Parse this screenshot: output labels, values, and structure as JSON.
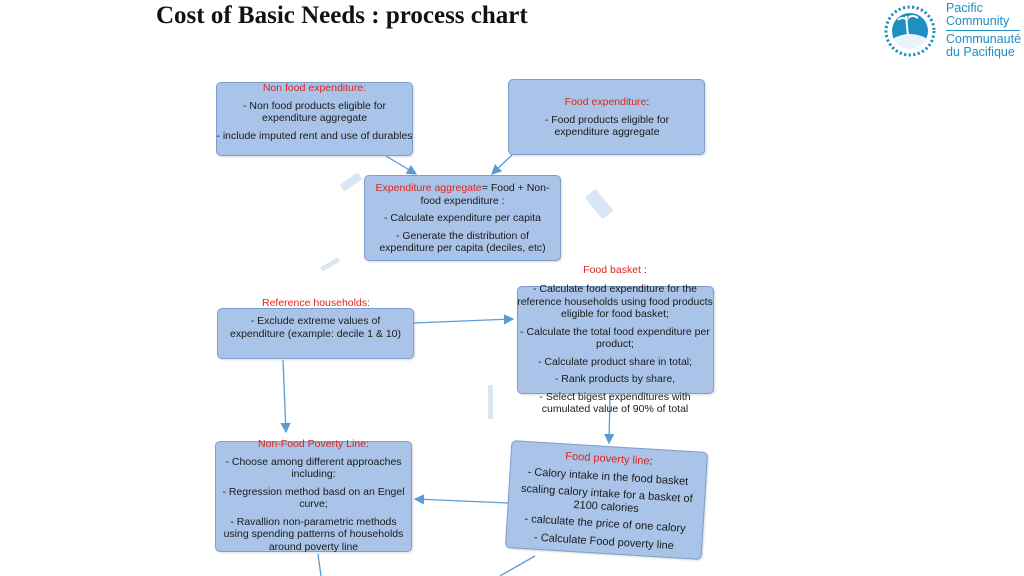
{
  "title": "Cost of Basic Needs : process chart",
  "logo": {
    "en_line1": "Pacific",
    "en_line2": "Community",
    "fr_line1": "Communauté",
    "fr_line2": "du Pacifique",
    "color": "#1d8fc1"
  },
  "boxes": {
    "non_food": {
      "heading": "Non food expenditure:",
      "lines": [
        "- Non food products eligible for expenditure aggregate",
        "- include imputed rent and use of durables"
      ]
    },
    "food_exp": {
      "heading": "Food expenditure",
      "heading_suffix": ":",
      "lines": [
        "- Food products eligible for expenditure aggregate"
      ]
    },
    "aggregate": {
      "heading": "Expenditure aggregate",
      "heading_suffix": "= Food + Non-food expenditure :",
      "lines": [
        "- Calculate expenditure per capita",
        "- Generate the distribution of expenditure per capita (deciles, etc)"
      ]
    },
    "reference": {
      "heading": "Reference households:",
      "lines": [
        "- Exclude extreme values of expenditure (example: decile 1 & 10)"
      ]
    },
    "food_basket": {
      "heading": "Food basket",
      "heading_suffix": " :",
      "lines": [
        "- Calculate food expenditure for the reference households using food products eligible for food basket;",
        "- Calculate the total food expenditure per product;",
        "- Calculate product share in total;",
        "- Rank products by share,",
        "- Select bigest expenditures with cumulated value of 90% of total"
      ]
    },
    "nonfood_line": {
      "heading": "Non-Food Poverty Line:",
      "lines": [
        "- Choose among different approaches including:",
        "- Regression method basd on an Engel curve;",
        "- Ravallion non-parametric methods using spending patterns of households around poverty line"
      ]
    },
    "food_line": {
      "heading": "Food poverty line",
      "heading_suffix": ":",
      "lines": [
        "- Calory intake in the food basket",
        "scaling calory intake for a basket of 2100 calories",
        "- calculate the price of one calory",
        "- Calculate Food poverty line"
      ]
    }
  },
  "colors": {
    "box_fill": "#a9c4e8",
    "box_border": "#7d9fcb",
    "heading_red": "#e0241b",
    "arrow": "#5b9bd5"
  }
}
